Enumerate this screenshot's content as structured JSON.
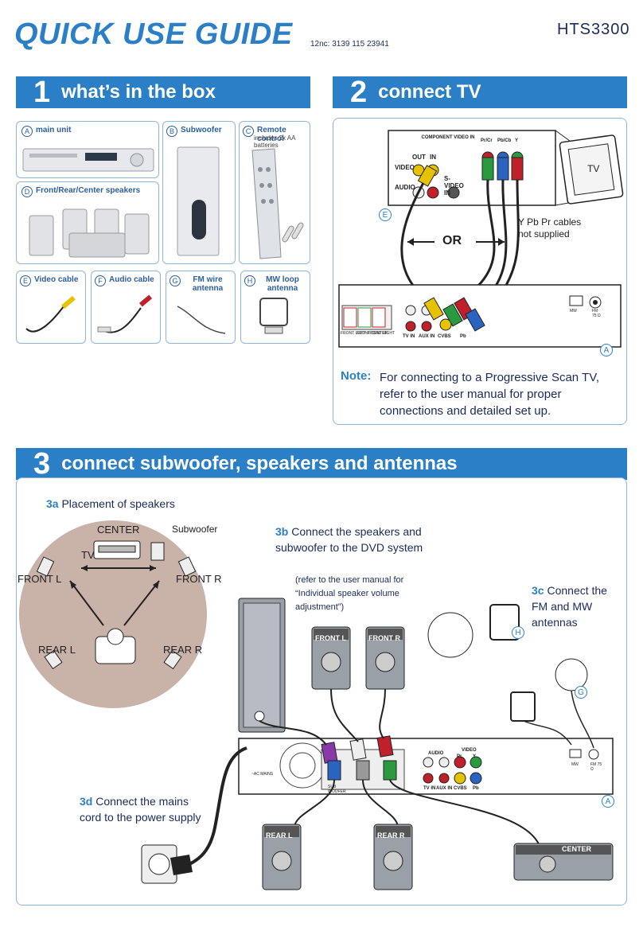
{
  "header": {
    "title": "QUICK USE GUIDE",
    "nc": "12nc: 3139 115 23941",
    "model": "HTS3300"
  },
  "section1": {
    "num": "1",
    "title": "what’s in the box",
    "items": {
      "a": {
        "letter": "A",
        "label": "main unit"
      },
      "b": {
        "letter": "B",
        "label": "Subwoofer"
      },
      "c": {
        "letter": "C",
        "label": "Remote control",
        "sub": "includes 2x AA batteries"
      },
      "d": {
        "letter": "D",
        "label": "Front/Rear/Center speakers"
      },
      "e": {
        "letter": "E",
        "label": "Video cable"
      },
      "f": {
        "letter": "F",
        "label": "Audio cable"
      },
      "g": {
        "letter": "G",
        "label": "FM wire antenna"
      },
      "h": {
        "letter": "H",
        "label": "MW loop antenna"
      }
    }
  },
  "section2": {
    "num": "2",
    "title": "connect TV",
    "tv_label": "TV",
    "component": "COMPONENT VIDEO IN",
    "pr": "Pr/Cr",
    "pb": "Pb/Cb",
    "y": "Y",
    "out": "OUT",
    "in": "IN",
    "video": "VIDEO",
    "audio": "AUDIO",
    "svideo": "S-VIDEO IN",
    "ypbpr": "Y Pb Pr cables",
    "not_supplied": "not supplied",
    "or": "OR",
    "circle_e": "E",
    "circle_a": "A",
    "note_label": "Note:",
    "note_text": "For connecting to a Progressive Scan TV, refer to the user manual for proper connections and detailed set up.",
    "rear": {
      "tvin": "TV IN",
      "auxin": "AUX IN",
      "cvbs": "CVBS",
      "pb": "Pb",
      "front": "FRONT LEFT",
      "center": "FRONT CENTER",
      "fright": "FRONT RIGHT",
      "mw": "MW",
      "fm": "FM 75 Ω"
    }
  },
  "section3": {
    "num": "3",
    "title": "connect subwoofer, speakers and antennas",
    "s3a_tag": "3a",
    "s3a_text": "Placement of speakers",
    "center": "CENTER",
    "subwoofer": "Subwoofer",
    "tv": "TV",
    "front_l": "FRONT L",
    "front_r": "FRONT R",
    "rear_l": "REAR L",
    "rear_r": "REAR R",
    "s3b_tag": "3b",
    "s3b_text": "Connect the speakers and subwoofer to the DVD system",
    "s3b_note": "(refer to the user manual for “Individual speaker volume adjustment”)",
    "s3c_tag": "3c",
    "s3c_text": "Connect the FM and MW antennas",
    "s3d_tag": "3d",
    "s3d_text": "Connect the mains cord to the power supply",
    "spk_front_l": "FRONT L",
    "spk_front_r": "FRONT R",
    "spk_rear_l": "REAR L",
    "spk_rear_r": "REAR R",
    "spk_center": "CENTER",
    "circle_h": "H",
    "circle_g": "G",
    "circle_a": "A",
    "rear": {
      "mains": "~AC MAINS",
      "sub": "SUB WOOFER",
      "audio": "AUDIO",
      "video": "VIDEO",
      "tvin": "TV IN",
      "auxin": "AUX IN",
      "cvbs": "CVBS",
      "pb": "Pb",
      "pr": "Pr",
      "y": "Y",
      "mw": "MW",
      "fm": "FM 75 Ω"
    }
  },
  "colors": {
    "accent": "#2a7fc7",
    "panel_border": "#8fb6de",
    "room": "#c9b2a8",
    "text": "#1a2a5a"
  }
}
